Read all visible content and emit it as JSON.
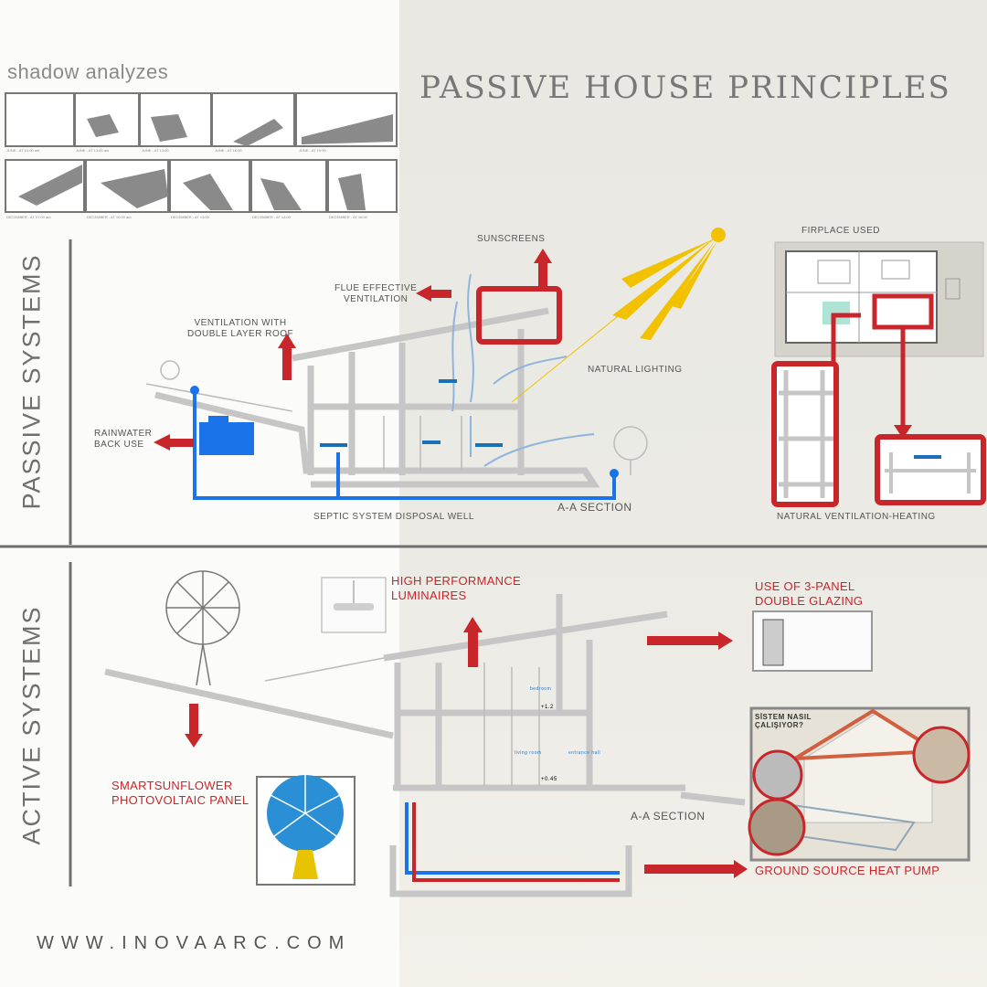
{
  "title": "PASSIVE HOUSE PRINCIPLES",
  "shadow": {
    "heading": "shadow analyzes",
    "captions": [
      "JUNE - AT 10:00 am",
      "JUNE - AT 13:00 am",
      "JUNE - AT 13:00",
      "JUNE - AT 16:00",
      "JUNE - AT 19:00",
      "DECEMBER - AT 07:00 am",
      "DECEMBER - AT 10:00 am",
      "DECEMBER - AT 13:00",
      "DECEMBER - AT 14:00",
      "DECEMBER - AT 16:00"
    ]
  },
  "passive": {
    "section_title": "PASSIVE SYSTEMS",
    "labels": {
      "sunscreens": "SUNSCREENS",
      "flue": "FLUE EFFECTIVE\nVENTILATION",
      "roof": "VENTILATION WITH\nDOUBLE LAYER ROOF",
      "rainwater": "RAINWATER\nBACK USE",
      "lighting": "NATURAL LIGHTING",
      "septic": "SEPTIC SYSTEM DISPOSAL WELL",
      "section": "A-A SECTION",
      "fireplace": "FIRPLACE USED",
      "vent_heating": "NATURAL VENTILATION-HEATING"
    }
  },
  "active": {
    "section_title": "ACTIVE SYSTEMS",
    "labels": {
      "luminaires": "HIGH PERFORMANCE\nLUMINAIRES",
      "glazing": "USE OF 3-PANEL\nDOUBLE GLAZING",
      "sunflower": "SMARTSUNFLOWER\nPHOTOVOLTAIC PANEL",
      "section": "A-A SECTION",
      "heatpump": "GROUND SOURCE HEAT PUMP",
      "heatpump_image_title": "SİSTEM NASIL\nÇALIŞIYOR?",
      "rooms": [
        "bedroom",
        "living room",
        "entrance hall"
      ],
      "levels": [
        "+1.2",
        "+0.45"
      ]
    }
  },
  "footer": {
    "website": "WWW.INOVAARC.COM"
  },
  "colors": {
    "accent_red": "#c8262b",
    "water_blue": "#1a73e8",
    "sun_yellow": "#f2c200",
    "line_gray": "#c9c9c9"
  }
}
